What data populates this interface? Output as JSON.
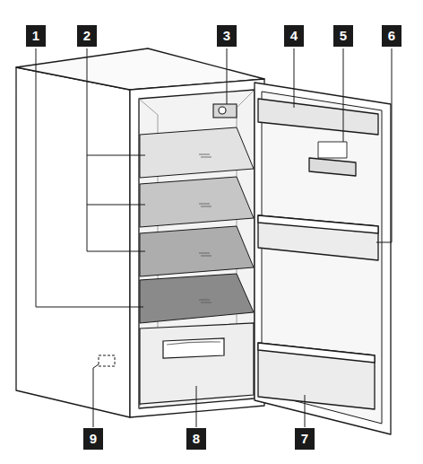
{
  "diagram": {
    "labels": [
      "1",
      "2",
      "3",
      "4",
      "5",
      "6",
      "9",
      "8",
      "7"
    ]
  }
}
